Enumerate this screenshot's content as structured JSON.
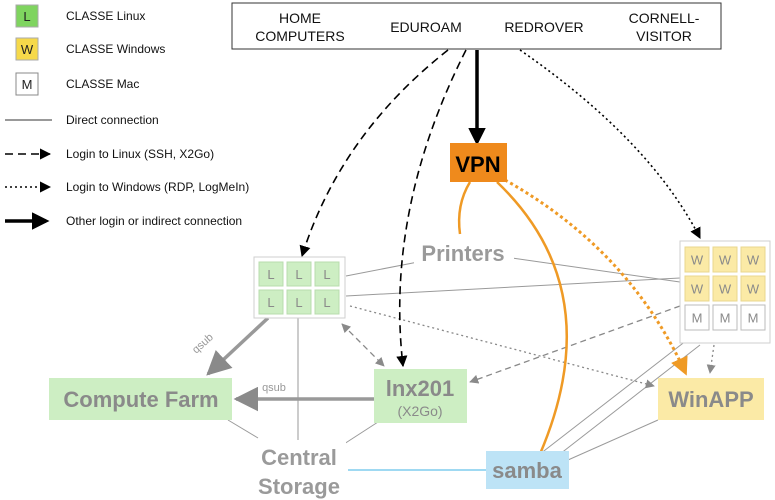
{
  "legend": {
    "linux_key": {
      "letter": "L",
      "label": "CLASSE Linux"
    },
    "windows_key": {
      "letter": "W",
      "label": "CLASSE Windows"
    },
    "mac_key": {
      "letter": "M",
      "label": "CLASSE Mac"
    },
    "direct": "Direct connection",
    "linux_login": "Login to Linux (SSH, X2Go)",
    "windows_login": "Login to Windows (RDP, LogMeIn)",
    "other": "Other login or indirect connection"
  },
  "networks": {
    "home_line1": "HOME",
    "home_line2": "COMPUTERS",
    "eduroam": "EDUROAM",
    "redrover": "REDROVER",
    "cornell_line1": "CORNELL-",
    "cornell_line2": "VISITOR"
  },
  "nodes": {
    "vpn": "VPN",
    "printers": "Printers",
    "compute_farm": "Compute Farm",
    "lnx201": "lnx201",
    "lnx201_sub": "(X2Go)",
    "winapp": "WinAPP",
    "central_line1": "Central",
    "central_line2": "Storage",
    "samba": "samba"
  },
  "edge_labels": {
    "qsub_diag": "qsub",
    "qsub_horiz": "qsub"
  },
  "grids": {
    "linux_cells": [
      "L",
      "L",
      "L",
      "L",
      "L",
      "L"
    ],
    "windows_cells": [
      "W",
      "W",
      "W",
      "W",
      "W",
      "W",
      "M",
      "M",
      "M"
    ]
  },
  "colors": {
    "linux_fill": "#cdeec3",
    "linux_key_fill": "#7fd45f",
    "windows_fill": "#fbeaa6",
    "windows_key_fill": "#f6d94a",
    "vpn_fill": "#ef8a1c",
    "samba_fill": "#bde3f6",
    "orange_line": "#ef9a25",
    "gray_text": "#9a9a9a"
  }
}
